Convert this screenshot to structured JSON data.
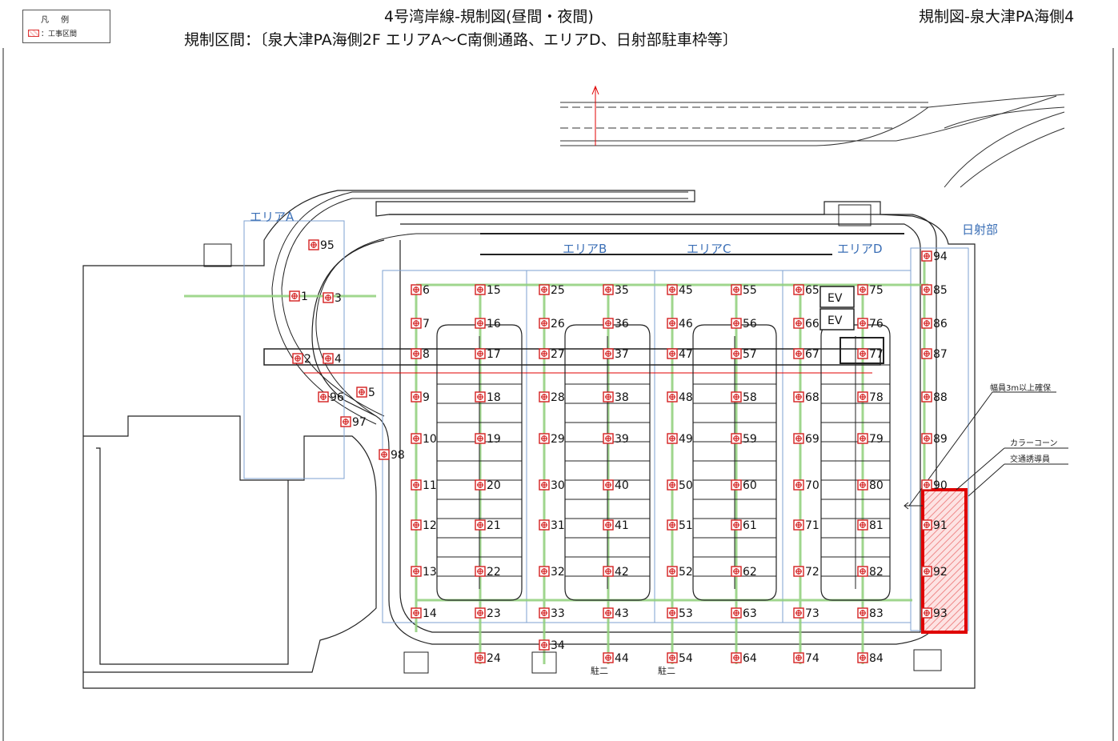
{
  "legend": {
    "title": "凡 例",
    "item_label": "：工事区間",
    "hatch_color": "#e23b3b"
  },
  "header": {
    "title": "4号湾岸線-規制図(昼間・夜間)",
    "section": "規制区間：〔泉大津PA海側2F エリアA～C南側通路、エリアD、日射部駐車枠等〕",
    "sheet_id": "規制図-泉大津PA海側4"
  },
  "areas": {
    "a": "エリアA",
    "b": "エリアB",
    "c": "エリアC",
    "d": "エリアD",
    "sun": "日射部"
  },
  "elevators": [
    "EV",
    "EV"
  ],
  "annotations": {
    "width_note": "幅員3m以上確保",
    "cones": "カラーコーン",
    "guard": "交通誘導員"
  },
  "signs": [
    "駐二",
    "駐二"
  ],
  "colors": {
    "blue_label": "#3b6fb6",
    "red": "#e00000",
    "green": "#8fd07a",
    "marker": "#d42020"
  },
  "markers": [
    {
      "n": "1"
    },
    {
      "n": "2"
    },
    {
      "n": "3"
    },
    {
      "n": "4"
    },
    {
      "n": "5"
    },
    {
      "n": "6"
    },
    {
      "n": "7"
    },
    {
      "n": "8"
    },
    {
      "n": "9"
    },
    {
      "n": "10"
    },
    {
      "n": "11"
    },
    {
      "n": "12"
    },
    {
      "n": "13"
    },
    {
      "n": "14"
    },
    {
      "n": "15"
    },
    {
      "n": "16"
    },
    {
      "n": "17"
    },
    {
      "n": "18"
    },
    {
      "n": "19"
    },
    {
      "n": "20"
    },
    {
      "n": "21"
    },
    {
      "n": "22"
    },
    {
      "n": "23"
    },
    {
      "n": "24"
    },
    {
      "n": "25"
    },
    {
      "n": "26"
    },
    {
      "n": "27"
    },
    {
      "n": "28"
    },
    {
      "n": "29"
    },
    {
      "n": "30"
    },
    {
      "n": "31"
    },
    {
      "n": "32"
    },
    {
      "n": "33"
    },
    {
      "n": "34"
    },
    {
      "n": "35"
    },
    {
      "n": "36"
    },
    {
      "n": "37"
    },
    {
      "n": "38"
    },
    {
      "n": "39"
    },
    {
      "n": "40"
    },
    {
      "n": "41"
    },
    {
      "n": "42"
    },
    {
      "n": "43"
    },
    {
      "n": "44"
    },
    {
      "n": "45"
    },
    {
      "n": "46"
    },
    {
      "n": "47"
    },
    {
      "n": "48"
    },
    {
      "n": "49"
    },
    {
      "n": "50"
    },
    {
      "n": "51"
    },
    {
      "n": "52"
    },
    {
      "n": "53"
    },
    {
      "n": "54"
    },
    {
      "n": "55"
    },
    {
      "n": "56"
    },
    {
      "n": "57"
    },
    {
      "n": "58"
    },
    {
      "n": "59"
    },
    {
      "n": "60"
    },
    {
      "n": "61"
    },
    {
      "n": "62"
    },
    {
      "n": "63"
    },
    {
      "n": "64"
    },
    {
      "n": "65"
    },
    {
      "n": "66"
    },
    {
      "n": "67"
    },
    {
      "n": "68"
    },
    {
      "n": "69"
    },
    {
      "n": "70"
    },
    {
      "n": "71"
    },
    {
      "n": "72"
    },
    {
      "n": "73"
    },
    {
      "n": "74"
    },
    {
      "n": "75"
    },
    {
      "n": "76"
    },
    {
      "n": "77"
    },
    {
      "n": "78"
    },
    {
      "n": "79"
    },
    {
      "n": "80"
    },
    {
      "n": "81"
    },
    {
      "n": "82"
    },
    {
      "n": "83"
    },
    {
      "n": "84"
    },
    {
      "n": "85"
    },
    {
      "n": "86"
    },
    {
      "n": "87"
    },
    {
      "n": "88"
    },
    {
      "n": "89"
    },
    {
      "n": "90"
    },
    {
      "n": "91"
    },
    {
      "n": "92"
    },
    {
      "n": "93"
    },
    {
      "n": "94"
    },
    {
      "n": "95"
    },
    {
      "n": "96"
    },
    {
      "n": "97"
    },
    {
      "n": "98"
    }
  ]
}
